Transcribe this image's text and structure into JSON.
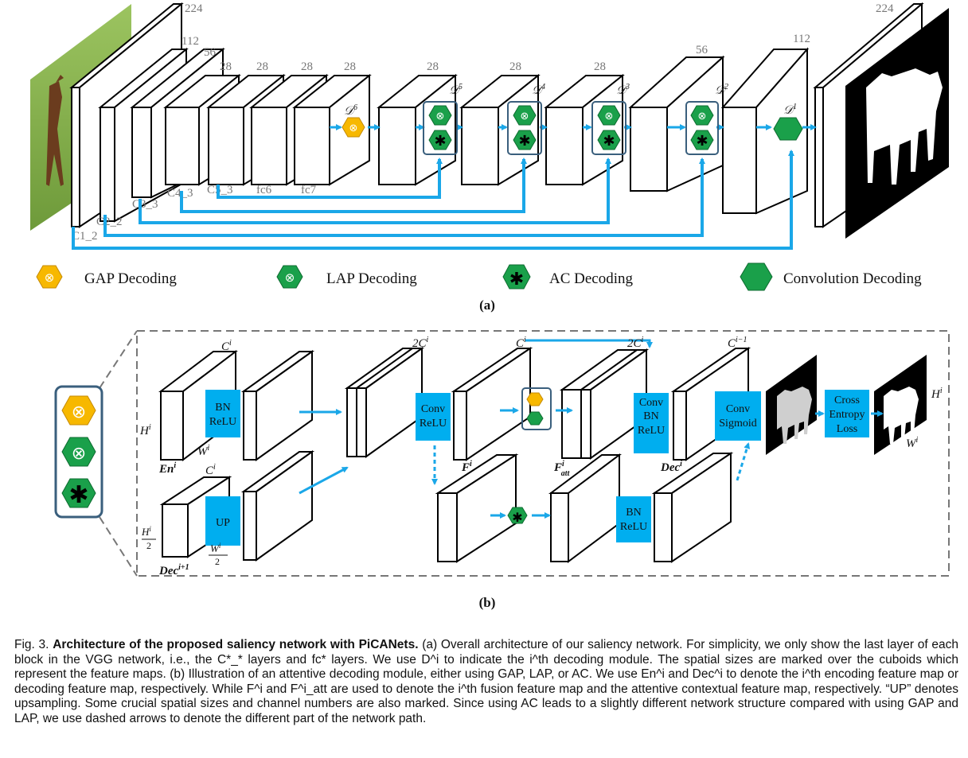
{
  "panel_a": {
    "label": "(a)",
    "sizes": [
      "224",
      "112",
      "56",
      "28",
      "28",
      "28",
      "28",
      "28",
      "28",
      "28",
      "56",
      "112",
      "224"
    ],
    "encoder_labels": [
      "C1_2",
      "C2_2",
      "C3_3",
      "C4_3",
      "C5_3",
      "fc6",
      "fc7"
    ],
    "decoder_labels": [
      "D6",
      "D5",
      "D4",
      "D3",
      "D2",
      "D1"
    ],
    "legend": {
      "gap": "GAP Decoding",
      "lap": "LAP Decoding",
      "ac": "AC Decoding",
      "conv": "Convolution Decoding"
    }
  },
  "panel_b": {
    "label": "(b)",
    "boxes": {
      "bn_relu_1": [
        "BN",
        "ReLU"
      ],
      "up": [
        "UP"
      ],
      "conv_relu": [
        "Conv",
        "ReLU"
      ],
      "conv_bn_relu": [
        "Conv",
        "BN",
        "ReLU"
      ],
      "conv_sigmoid": [
        "Conv",
        "Sigmoid"
      ],
      "cross_entropy": [
        "Cross",
        "Entropy",
        "Loss"
      ],
      "bn_relu_2": [
        "BN",
        "ReLU"
      ]
    }
  },
  "caption": {
    "prefix": "Fig. 3.",
    "title": "Architecture of the proposed saliency network with PiCANets.",
    "body": "(a) Overall architecture of our saliency network. For simplicity, we only show the last layer of each block in the VGG network, i.e., the C*_* layers and fc* layers. We use D^i to indicate the i^th decoding module. The spatial sizes are marked over the cuboids which represent the feature maps. (b) Illustration of an attentive decoding module, either using GAP, LAP, or AC. We use En^i and Dec^i to denote the i^th encoding feature map or decoding feature map, respectively. While F^i and F^i_att are used to denote the i^th fusion feature map and the attentive contextual feature map, respectively. “UP” denotes upsampling. Some crucial spatial sizes and channel numbers are also marked. Since using AC leads to a slightly different network structure compared with using GAP and LAP, we use dashed arrows to denote the different part of the network path."
  },
  "colors": {
    "arrow": "#1aa7e8",
    "gap": "#f7b800",
    "lap": "#1aa04a",
    "box": "#00aeef",
    "frame": "#3a5f7d"
  }
}
